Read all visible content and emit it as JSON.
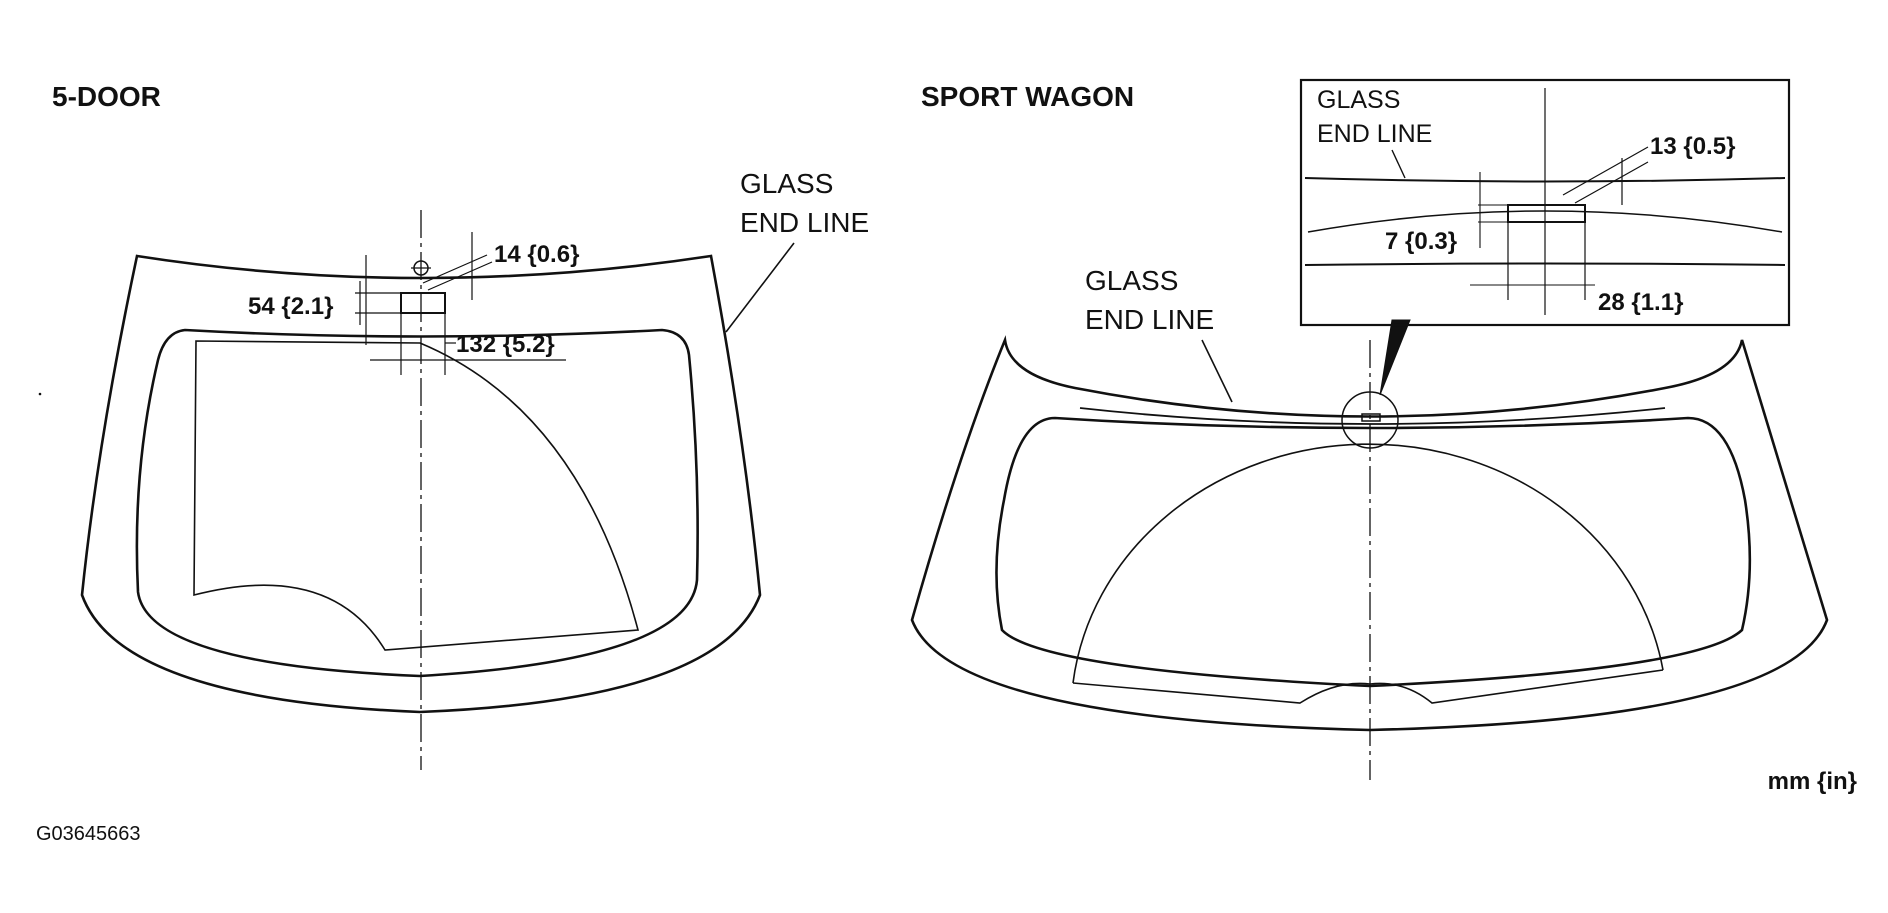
{
  "left_view": {
    "title": "5-DOOR",
    "glass_label_line1": "GLASS",
    "glass_label_line2": "END LINE",
    "dim_top": "14 {0.6}",
    "dim_height": "54 {2.1}",
    "dim_width": "132 {5.2}"
  },
  "right_view": {
    "title": "SPORT WAGON",
    "glass_label_line1": "GLASS",
    "glass_label_line2": "END LINE",
    "inset": {
      "glass_label_line1": "GLASS",
      "glass_label_line2": "END LINE",
      "dim_top": "13 {0.5}",
      "dim_height": "7 {0.3}",
      "dim_width": "28 {1.1}"
    }
  },
  "units": "mm {in}",
  "figure_code": "G03645663"
}
